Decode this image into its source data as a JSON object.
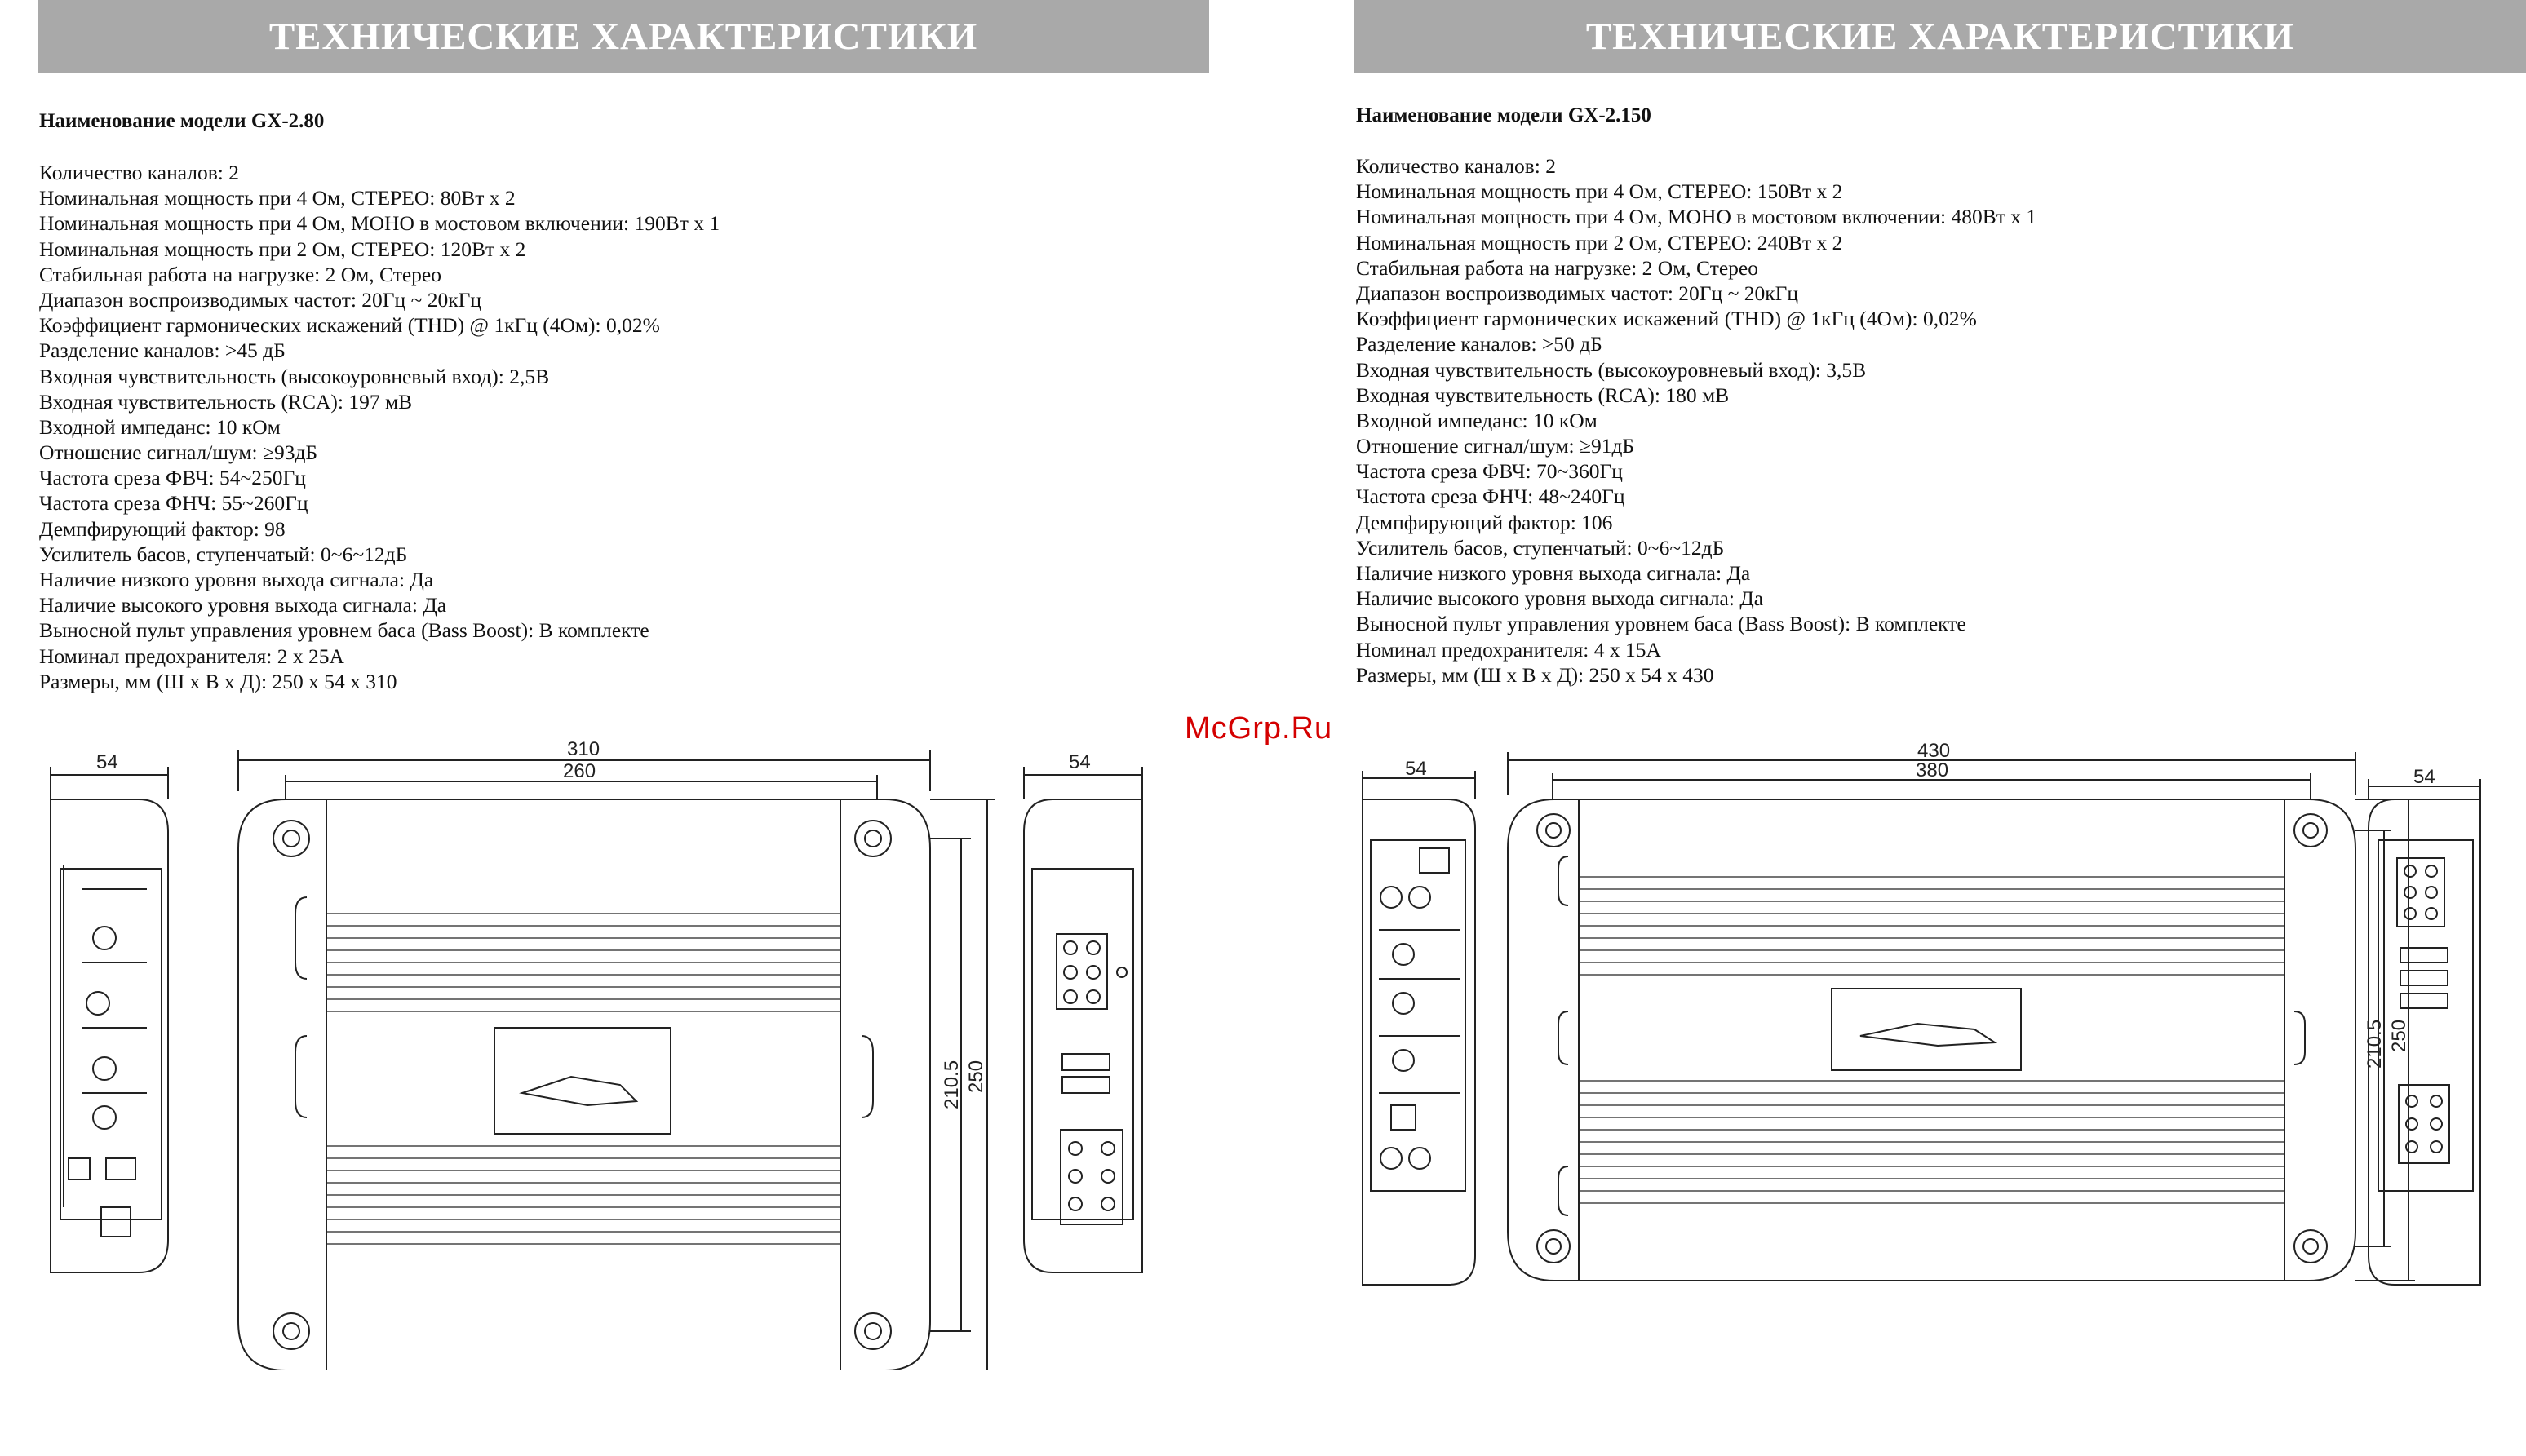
{
  "left": {
    "header": "ТЕХНИЧЕСКИЕ ХАРАКТЕРИСТИКИ",
    "model": "Наименование модели GX-2.80",
    "specs": [
      "Количество каналов: 2",
      "Номинальная мощность при 4 Ом, СТЕРЕО: 80Вт x 2",
      "Номинальная мощность при 4 Ом, МОНО в мостовом включении: 190Вт x 1",
      "Номинальная мощность при 2 Ом, СТЕРЕО: 120Вт x 2",
      "Стабильная работа на нагрузке: 2 Ом, Стерео",
      "Диапазон воспроизводимых частот: 20Гц ~ 20кГц",
      "Коэффициент гармонических искажений (THD) @ 1кГц (4Ом): 0,02%",
      "Разделение каналов: >45 дБ",
      "Входная чувствительность (высокоуровневый вход): 2,5В",
      "Входная чувствительность (RCA): 197 мВ",
      "Входной импеданс: 10 кОм",
      "Отношение сигнал/шум: ≥93дБ",
      "Частота среза ФВЧ: 54~250Гц",
      "Частота среза ФНЧ: 55~260Гц",
      "Демпфирующий фактор: 98",
      "Усилитель басов, ступенчатый: 0~6~12дБ",
      "Наличие низкого уровня выхода сигнала: Да",
      "Наличие высокого уровня выхода сигнала: Да",
      "Выносной пульт управления уровнем баса (Bass Boost): В комплекте",
      "Номинал предохранителя: 2 x 25А",
      "Размеры, мм (Ш x В x Д): 250 x 54 x 310"
    ],
    "drawing": {
      "dim_side_left": "54",
      "dim_length_total": "310",
      "dim_length_inner": "260",
      "dim_side_right": "54",
      "dim_width_inner": "210.5",
      "dim_width_total": "250"
    }
  },
  "right": {
    "header": "ТЕХНИЧЕСКИЕ ХАРАКТЕРИСТИКИ",
    "model": "Наименование модели GX-2.150",
    "specs": [
      "Количество каналов: 2",
      "Номинальная мощность при 4 Ом, СТЕРЕО: 150Вт x 2",
      "Номинальная мощность при 4 Ом, МОНО в мостовом включении: 480Вт x 1",
      "Номинальная мощность при 2 Ом, СТЕРЕО: 240Вт x 2",
      "Стабильная работа на нагрузке: 2 Ом, Стерео",
      "Диапазон воспроизводимых частот: 20Гц ~ 20кГц",
      "Коэффициент гармонических искажений (THD) @ 1кГц (4Ом): 0,02%",
      "Разделение каналов: >50 дБ",
      "Входная чувствительность (высокоуровневый вход): 3,5В",
      "Входная чувствительность (RCA): 180 мВ",
      "Входной импеданс: 10 кОм",
      "Отношение сигнал/шум: ≥91дБ",
      "Частота среза ФВЧ: 70~360Гц",
      "Частота среза ФНЧ: 48~240Гц",
      "Демпфирующий фактор: 106",
      "Усилитель басов, ступенчатый: 0~6~12дБ",
      "Наличие низкого уровня выхода сигнала: Да",
      "Наличие высокого уровня выхода сигнала: Да",
      "Выносной пульт управления уровнем баса (Bass Boost): В комплекте",
      "Номинал предохранителя: 4 x 15А",
      "Размеры, мм (Ш x В x Д): 250 x 54 x 430"
    ],
    "drawing": {
      "dim_side_left": "54",
      "dim_length_total": "430",
      "dim_length_inner": "380",
      "dim_side_right": "54",
      "dim_width_inner": "210.5",
      "dim_width_total": "250"
    }
  },
  "watermark": "McGrp.Ru"
}
